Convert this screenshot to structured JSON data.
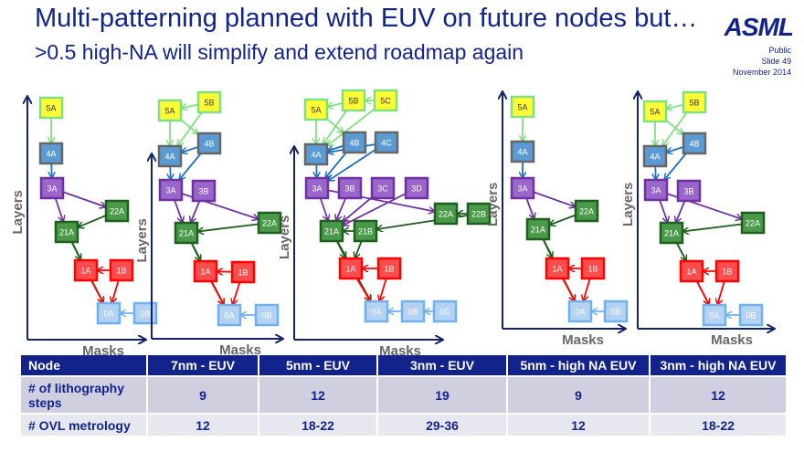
{
  "title_line1": "Multi-patterning planned with EUV on future nodes but…",
  "title_line2": ">0.5 high-NA will simplify and extend roadmap again",
  "logo": "ASML",
  "classification": "Public",
  "slide": "Slide 49",
  "date": "November 2014",
  "axis_y": "Layers",
  "axis_x": "Masks",
  "diagrams": [
    {
      "nodes": [
        "5A",
        "4A",
        "3A",
        "22A",
        "21A",
        "1A",
        "1B",
        "0A",
        "0B"
      ],
      "edges": [
        [
          "5A",
          "4A"
        ],
        [
          "4A",
          "3A"
        ],
        [
          "3A",
          "22A"
        ],
        [
          "3A",
          "21A"
        ],
        [
          "22A",
          "21A"
        ],
        [
          "21A",
          "1A"
        ],
        [
          "21A",
          "0A"
        ],
        [
          "1B",
          "1A"
        ],
        [
          "1A",
          "0A"
        ],
        [
          "1B",
          "0A"
        ],
        [
          "0B",
          "0A"
        ]
      ]
    },
    {
      "nodes": [
        "5A",
        "5B",
        "4A",
        "4B",
        "3A",
        "3B",
        "22A",
        "21A",
        "1A",
        "1B",
        "0A",
        "0B"
      ],
      "edges": [
        [
          "5B",
          "5A"
        ],
        [
          "5A",
          "4A"
        ],
        [
          "5A",
          "4B"
        ],
        [
          "5B",
          "4A"
        ],
        [
          "4B",
          "4A"
        ],
        [
          "4A",
          "3A"
        ],
        [
          "4B",
          "3A"
        ],
        [
          "3A",
          "22A"
        ],
        [
          "3A",
          "21A"
        ],
        [
          "3B",
          "21A"
        ],
        [
          "22A",
          "21A"
        ],
        [
          "21A",
          "1A"
        ],
        [
          "21A",
          "0A"
        ],
        [
          "1B",
          "1A"
        ],
        [
          "1A",
          "0A"
        ],
        [
          "1B",
          "0A"
        ],
        [
          "0B",
          "0A"
        ]
      ]
    },
    {
      "nodes": [
        "5A",
        "5B",
        "5C",
        "4A",
        "4B",
        "4C",
        "3A",
        "3B",
        "3C",
        "3D",
        "22A",
        "22B",
        "21A",
        "21B",
        "1A",
        "1B",
        "0A",
        "0B",
        "0C"
      ],
      "edges": [
        [
          "5B",
          "5A"
        ],
        [
          "5C",
          "5B"
        ],
        [
          "5A",
          "4A"
        ],
        [
          "5A",
          "4B"
        ],
        [
          "5B",
          "4A"
        ],
        [
          "5C",
          "4A"
        ],
        [
          "4B",
          "4A"
        ],
        [
          "4C",
          "4A"
        ],
        [
          "4A",
          "3A"
        ],
        [
          "4B",
          "3A"
        ],
        [
          "4C",
          "3A"
        ],
        [
          "3A",
          "22A"
        ],
        [
          "3A",
          "21A"
        ],
        [
          "3B",
          "21A"
        ],
        [
          "3C",
          "21A"
        ],
        [
          "3D",
          "21A"
        ],
        [
          "22B",
          "22A"
        ],
        [
          "22B",
          "21B"
        ],
        [
          "21B",
          "21A"
        ],
        [
          "21A",
          "1A"
        ],
        [
          "21B",
          "1A"
        ],
        [
          "21A",
          "0A"
        ],
        [
          "1B",
          "1A"
        ],
        [
          "1A",
          "0A"
        ],
        [
          "1B",
          "0A"
        ],
        [
          "0B",
          "0A"
        ],
        [
          "0C",
          "0B"
        ]
      ]
    },
    {
      "nodes": [
        "5A",
        "4A",
        "3A",
        "22A",
        "21A",
        "1A",
        "1B",
        "0A",
        "0B"
      ],
      "edges": [
        [
          "5A",
          "4A"
        ],
        [
          "4A",
          "3A"
        ],
        [
          "3A",
          "22A"
        ],
        [
          "3A",
          "21A"
        ],
        [
          "22A",
          "21A"
        ],
        [
          "21A",
          "1A"
        ],
        [
          "21A",
          "0A"
        ],
        [
          "1B",
          "1A"
        ],
        [
          "1A",
          "0A"
        ],
        [
          "1B",
          "0A"
        ],
        [
          "0B",
          "0A"
        ]
      ]
    },
    {
      "nodes": [
        "5A",
        "5B",
        "4A",
        "4B",
        "3A",
        "3B",
        "22A",
        "21A",
        "1A",
        "1B",
        "0A",
        "0B"
      ],
      "edges": [
        [
          "5B",
          "5A"
        ],
        [
          "5A",
          "4A"
        ],
        [
          "5A",
          "4B"
        ],
        [
          "5B",
          "4A"
        ],
        [
          "4B",
          "4A"
        ],
        [
          "4A",
          "3A"
        ],
        [
          "4B",
          "3A"
        ],
        [
          "3A",
          "22A"
        ],
        [
          "3A",
          "21A"
        ],
        [
          "3B",
          "21A"
        ],
        [
          "22A",
          "21A"
        ],
        [
          "21A",
          "1A"
        ],
        [
          "21A",
          "0A"
        ],
        [
          "1B",
          "1A"
        ],
        [
          "1A",
          "0A"
        ],
        [
          "1B",
          "0A"
        ],
        [
          "0B",
          "0A"
        ]
      ]
    }
  ],
  "table": {
    "headers": [
      "Node",
      "7nm - EUV",
      "5nm - EUV",
      "3nm - EUV",
      "5nm - high NA EUV",
      "3nm - high NA EUV"
    ],
    "rows": [
      [
        "# of lithography steps",
        "9",
        "12",
        "19",
        "9",
        "12"
      ],
      [
        "# OVL metrology",
        "12",
        "18-22",
        "29-36",
        "12",
        "18-22"
      ]
    ]
  },
  "colors": {
    "title": "#12238c",
    "layer5": "#ffff33",
    "layer4": "#5b9bd5",
    "layer3": "#9966cc",
    "layer2": "#4a9a4a",
    "layer1": "#ff4d4d",
    "layer0": "#b4d2f2"
  }
}
